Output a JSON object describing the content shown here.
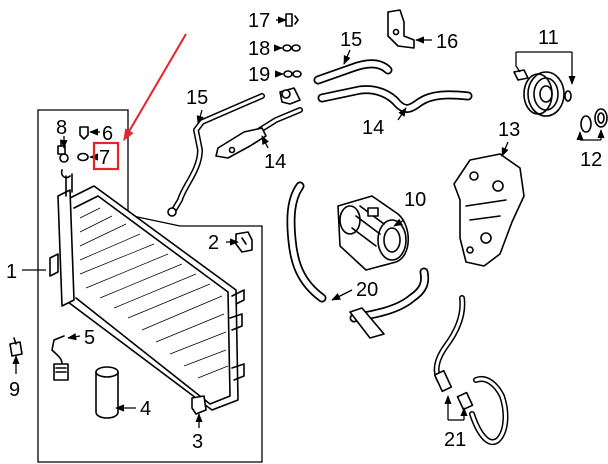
{
  "accent": "#e8232a",
  "highlighted_callout": "7",
  "callouts": {
    "c1": "1",
    "c2": "2",
    "c3": "3",
    "c4": "4",
    "c5": "5",
    "c6": "6",
    "c7": "7",
    "c8": "8",
    "c9": "9",
    "c10": "10",
    "c11": "11",
    "c12": "12",
    "c13": "13",
    "c14a": "14",
    "c14b": "14",
    "c15a": "15",
    "c15b": "15",
    "c16": "16",
    "c17": "17",
    "c18": "18",
    "c19": "19",
    "c20": "20",
    "c21": "21"
  },
  "icons": {
    "condenser": "condenser-icon",
    "compressor": "ac-compressor-icon",
    "receiver_drier": "receiver-drier-icon",
    "clutch": "compressor-clutch-icon",
    "bracket": "mounting-bracket-icon",
    "arrow": "red-pointer-arrow-icon"
  }
}
